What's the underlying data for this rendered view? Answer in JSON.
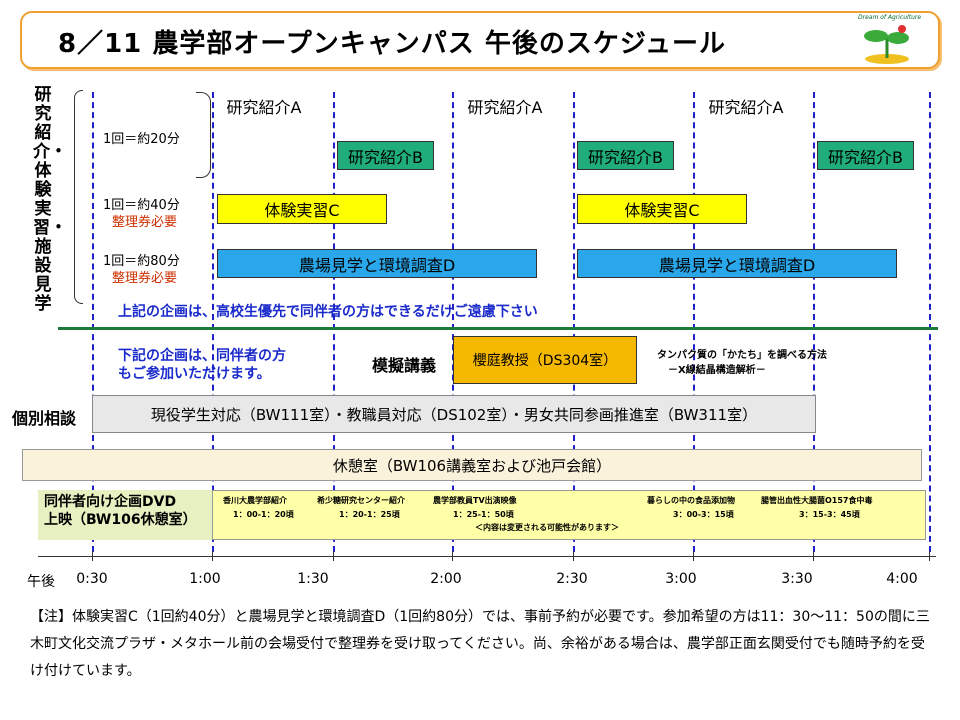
{
  "title": "8／11 農学部オープンキャンパス 午後のスケジュール",
  "logo_text": "Dream of Agriculture",
  "colors": {
    "frame": "#f0a030",
    "dash": "#2020c8",
    "green_line": "#1a7a3a",
    "research_b": "#1fae7a",
    "taiken": "#ffff00",
    "nojo": "#2aa7ea",
    "sakura": "#f5b800"
  },
  "left_label": "研究紹介・体験実習・施設見学",
  "rows": {
    "r20": "1回＝約20分",
    "r40": "1回＝約40分",
    "r40_note": "整理券必要",
    "r80": "1回＝約80分",
    "r80_note": "整理券必要"
  },
  "blocks": {
    "a1": "研究紹介A",
    "a2": "研究紹介A",
    "a3": "研究紹介A",
    "b1": "研究紹介B",
    "b2": "研究紹介B",
    "b3": "研究紹介B",
    "c1": "体験実習C",
    "c2": "体験実習C",
    "d1": "農場見学と環境調査D",
    "d2": "農場見学と環境調査D"
  },
  "notice_upper": "上記の企画は、高校生優先で同伴者の方はできるだけご遠慮下さい",
  "notice_lower_1": "下記の企画は、同伴者の方",
  "notice_lower_2": "もご参加いただけます。",
  "mogi": {
    "label": "模擬講義",
    "box": "櫻庭教授（DS304室）",
    "topic1": "タンパク質の「かたち」を調べる方法",
    "topic2": "－X線結晶構造解析－"
  },
  "consult": {
    "label": "個別相談",
    "box": "現役学生対応（BW111室）・教職員対応（DS102室）・男女共同参画推進室（BW311室）"
  },
  "rest": "休憩室（BW106講義室および池戸会館）",
  "dvd": {
    "label1": "同伴者向け企画DVD",
    "label2": "上映（BW106休憩室）",
    "t1": "香川大農学部紹介",
    "t1_time": "1：00-1：20頃",
    "t2": "希少糖研究センター紹介",
    "t2_time": "1：20-1：25頃",
    "t3": "農学部教員TV出演映像",
    "t3_time": "1：25-1：50頃",
    "t4": "暮らしの中の食品添加物",
    "t4_time": "3：00-3：15頃",
    "t5": "腸管出血性大腸菌O157食中毒",
    "t5_time": "3：15-3：45頃",
    "note": "＜内容は変更される可能性があります＞"
  },
  "axis": {
    "prefix": "午後",
    "ticks": [
      "0:30",
      "1:00",
      "1:30",
      "2:00",
      "2:30",
      "3:00",
      "3:30",
      "4:00"
    ]
  },
  "note": "【注】体験実習C（1回約40分）と農場見学と環境調査D（1回約80分）では、事前予約が必要です。参加希望の方は11：30〜11：50の間に三木町文化交流プラザ・メタホール前の会場受付で整理券を受け取ってください。尚、余裕がある場合は、農学部正面玄関受付でも随時予約を受け付けています。"
}
